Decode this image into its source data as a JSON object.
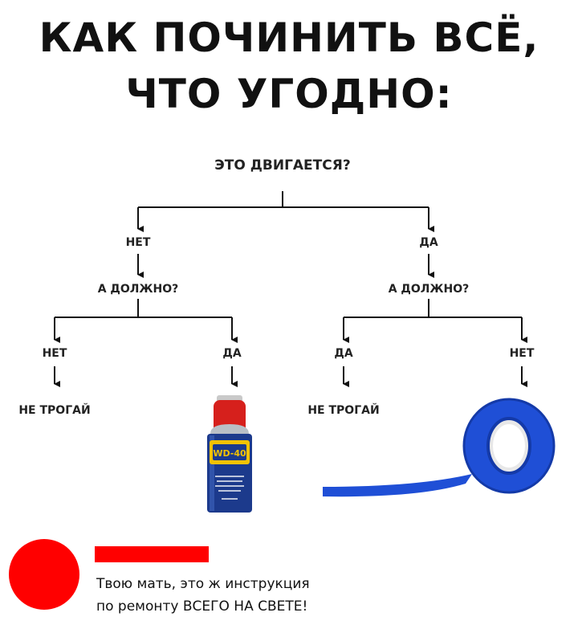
{
  "title": {
    "line1": "КАК ПОЧИНИТЬ ВСЁ,",
    "line2": "ЧТО УГОДНО:"
  },
  "flowchart": {
    "root_question": "ЭТО ДВИГАЕТСЯ?",
    "left": {
      "answer": "НЕТ",
      "question": "А ДОЛЖНО?",
      "no": {
        "answer": "НЕТ",
        "result": "НЕ ТРОГАЙ"
      },
      "yes": {
        "answer": "ДА",
        "result_image": "wd-40-can",
        "can_text": "WD-40"
      }
    },
    "right": {
      "answer": "ДА",
      "question": "А ДОЛЖНО?",
      "yes": {
        "answer": "ДА",
        "result": "НЕ ТРОГАЙ"
      },
      "no": {
        "answer": "НЕТ",
        "result_image": "blue-electrical-tape"
      }
    }
  },
  "footer": {
    "line1": "Твою мать, это ж инструкция",
    "line2": "по ремонту ВСЕГО НА СВЕТЕ!",
    "circle_color": "#ff0000",
    "bar_color": "#ff0000"
  },
  "colors": {
    "tape": "#1f4fd6",
    "can_blue": "#1c3a8c",
    "can_yellow": "#f2c200",
    "can_red": "#d6201c"
  }
}
